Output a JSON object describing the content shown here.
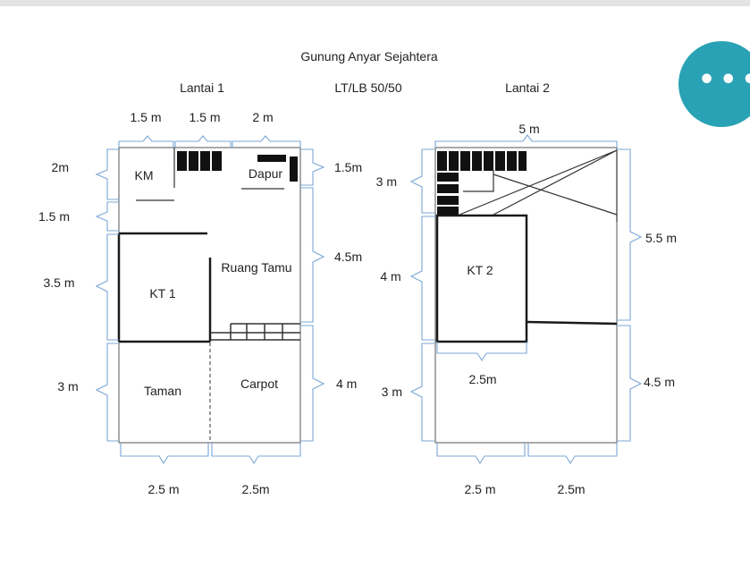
{
  "title": "Gunung Anyar Sejahtera",
  "subtitle": "LT/LB 50/50",
  "floors": [
    {
      "label": "Lantai 1",
      "rooms": [
        "KM",
        "Dapur",
        "Ruang Tamu",
        "KT 1",
        "Taman",
        "Carpot"
      ],
      "dims_top": [
        "1.5 m",
        "1.5 m",
        "2 m"
      ],
      "dims_left": [
        "2m",
        "1.5 m",
        "3.5 m",
        "3 m"
      ],
      "dims_right": [
        "1.5m",
        "4.5m",
        "4 m"
      ],
      "dims_bottom": [
        "2.5 m",
        "2.5m"
      ]
    },
    {
      "label": "Lantai 2",
      "rooms": [
        "KT 2"
      ],
      "dims_top": [
        "5 m"
      ],
      "dims_left": [
        "3 m",
        "4 m",
        "3 m"
      ],
      "dims_right": [
        "5.5 m",
        "4.5 m"
      ],
      "dims_inner": [
        "2.5m"
      ],
      "dims_bottom": [
        "2.5 m",
        "2.5m"
      ]
    }
  ],
  "more_button": {
    "icon": "more-dots-icon",
    "glyph": "•••",
    "color": "#2aa2b5"
  }
}
